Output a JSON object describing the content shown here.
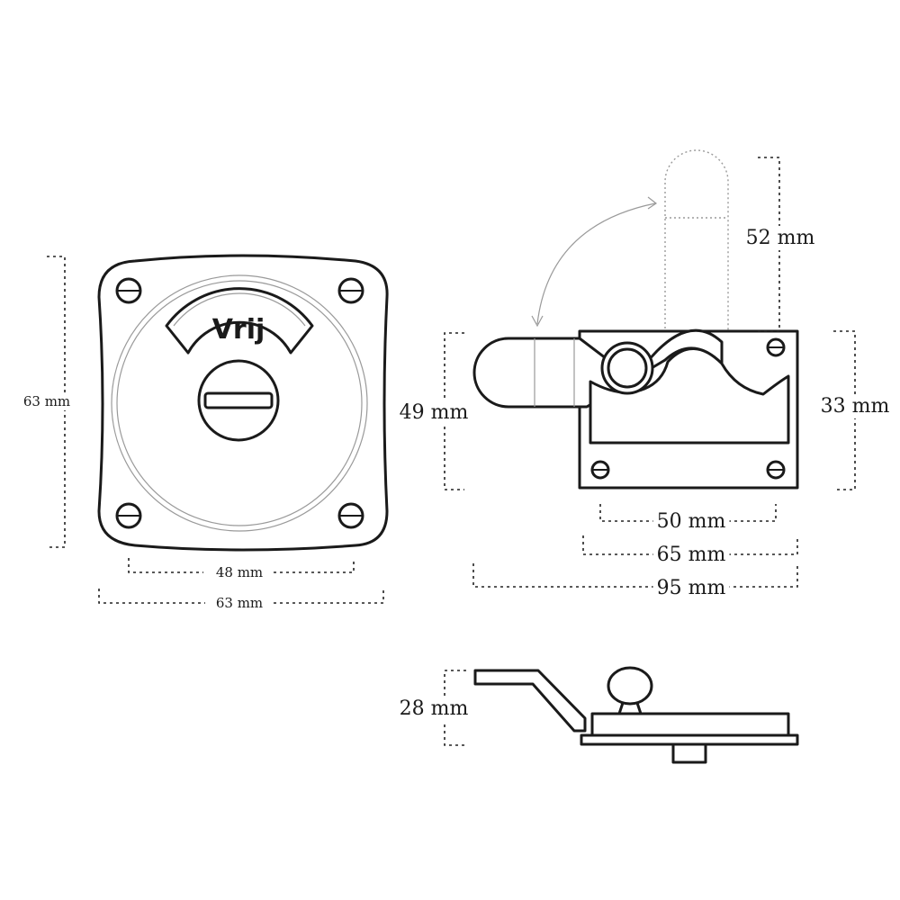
{
  "indicator_text": "Vrij",
  "front_view": {
    "height_label": "63 mm",
    "screw_spacing_label": "48 mm",
    "width_label": "63 mm"
  },
  "side_view": {
    "lever_travel_label": "52 mm",
    "lever_height_label": "49 mm",
    "plate_height_label": "33 mm",
    "screw_spacing_label": "50 mm",
    "plate_width_label": "65 mm",
    "overall_width_label": "95 mm"
  },
  "profile_view": {
    "depth_label": "28 mm"
  }
}
